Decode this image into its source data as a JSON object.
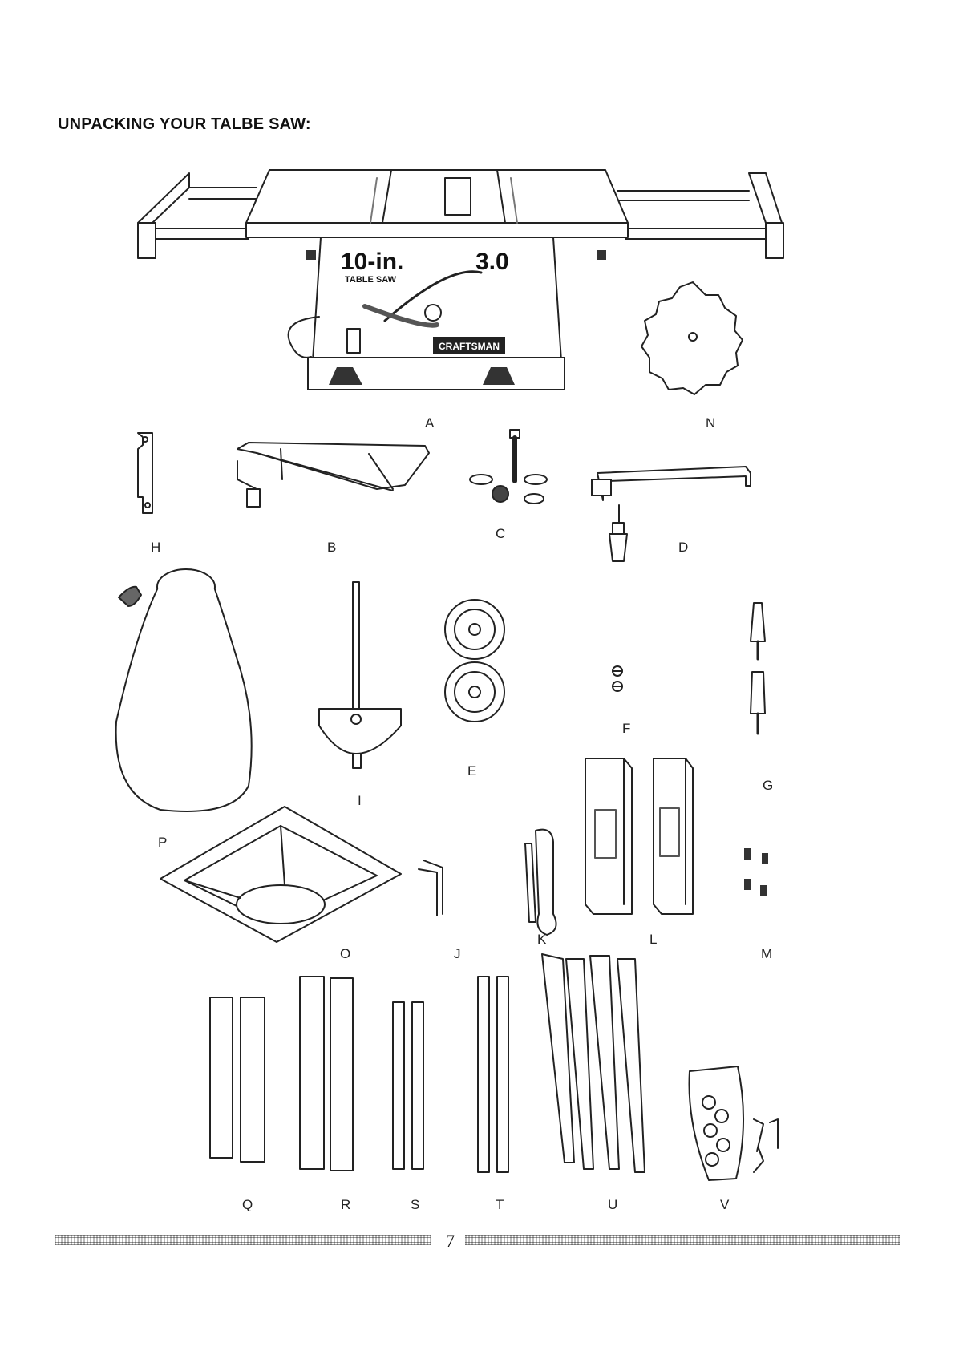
{
  "document": {
    "title": "UNPACKING YOUR TALBE SAW:",
    "page_number": "7"
  },
  "saw_panel": {
    "size_text": "10-in.",
    "type_text": "TABLE SAW",
    "hp_text": "3.0",
    "brand_text": "CRAFTSMAN"
  },
  "parts": {
    "A": "A",
    "B": "B",
    "C": "C",
    "D": "D",
    "E": "E",
    "F": "F",
    "G": "G",
    "H": "H",
    "I": "I",
    "J": "J",
    "K": "K",
    "L": "L",
    "M": "M",
    "N": "N",
    "O": "O",
    "P": "P",
    "Q": "Q",
    "R": "R",
    "S": "S",
    "T": "T",
    "U": "U",
    "V": "V"
  }
}
